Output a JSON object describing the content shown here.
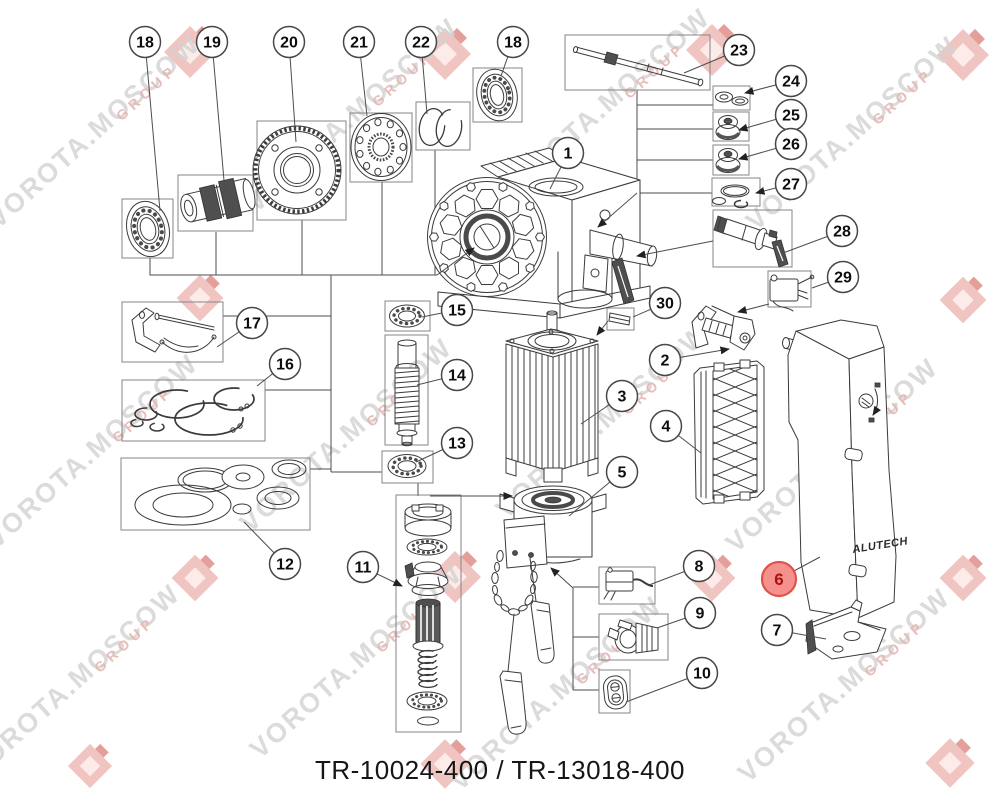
{
  "diagram": {
    "title": "TR-10024-400 / TR-13018-400",
    "brand_on_cover": "ALUTECH",
    "watermark": {
      "text": "VOROTA.MOSCOW",
      "subtext": "GROUP"
    },
    "highlight_color": "#e0534a",
    "callouts": [
      {
        "label": "18"
      },
      {
        "label": "19"
      },
      {
        "label": "20"
      },
      {
        "label": "21"
      },
      {
        "label": "22"
      },
      {
        "label": "18"
      },
      {
        "label": "23"
      },
      {
        "label": "24"
      },
      {
        "label": "25"
      },
      {
        "label": "26"
      },
      {
        "label": "27"
      },
      {
        "label": "28"
      },
      {
        "label": "29"
      },
      {
        "label": "1"
      },
      {
        "label": "30"
      },
      {
        "label": "2"
      },
      {
        "label": "15"
      },
      {
        "label": "14"
      },
      {
        "label": "13"
      },
      {
        "label": "3"
      },
      {
        "label": "4"
      },
      {
        "label": "5"
      },
      {
        "label": "17"
      },
      {
        "label": "16"
      },
      {
        "label": "12"
      },
      {
        "label": "11"
      },
      {
        "label": "8"
      },
      {
        "label": "9"
      },
      {
        "label": "10"
      },
      {
        "label": "6",
        "highlighted": true
      },
      {
        "label": "7"
      }
    ]
  }
}
